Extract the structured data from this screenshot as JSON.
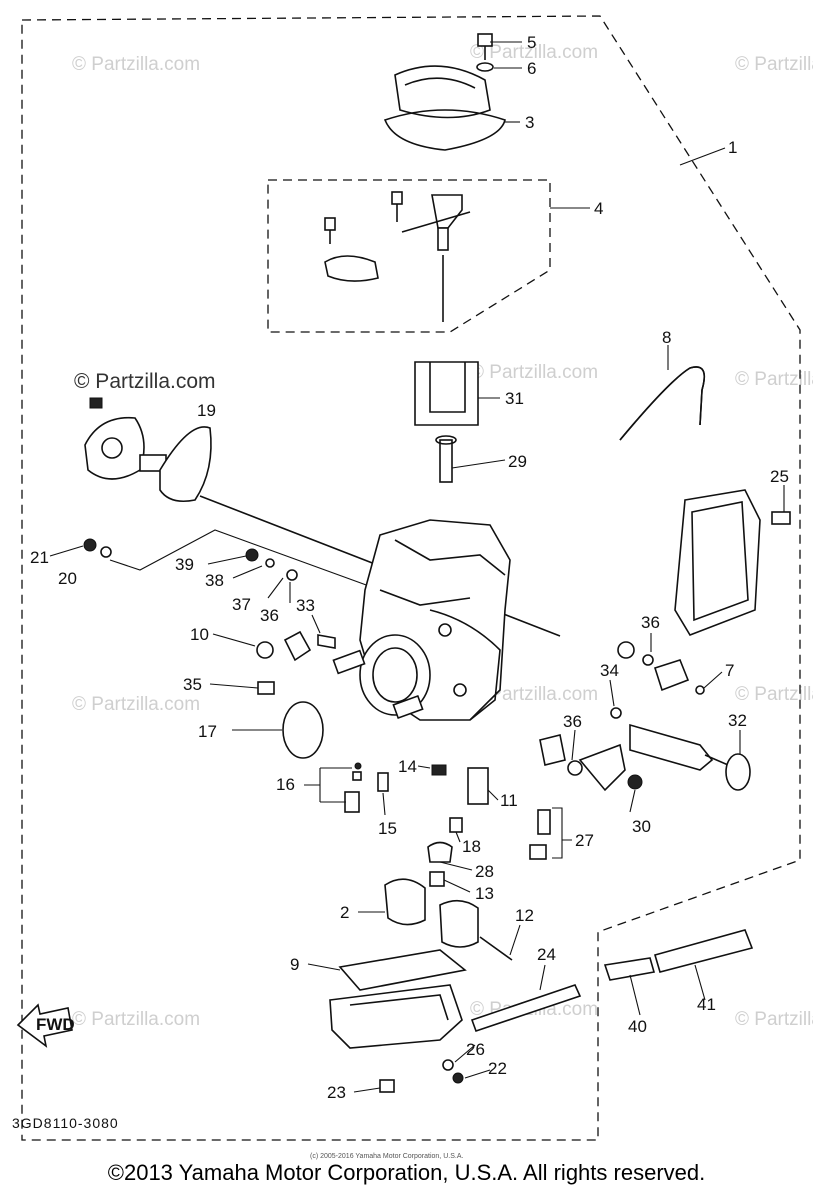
{
  "diagram": {
    "code": "3GD8110-3080",
    "small_copyright": "(c) 2005-2016 Yamaha Motor Corporation, U.S.A.",
    "copyright": "©2013 Yamaha Motor Corporation, U.S.A. All rights reserved.",
    "fwd_label": "FWD",
    "watermarks": [
      "© Partzilla.com",
      "© Partzilla.com",
      "© Partzilla.com",
      "© Partzilla.com",
      "© Partzilla.com",
      "© Partzilla.com",
      "© Partzilla.com",
      "© Partzilla.com",
      "© Partzilla.com",
      "© Partzilla.com",
      "© Partzilla.com",
      "© Partzilla.com"
    ],
    "main_watermark": "© Partzilla.com",
    "callouts": [
      "5",
      "6",
      "3",
      "1",
      "4",
      "8",
      "31",
      "19",
      "29",
      "25",
      "21",
      "39",
      "20",
      "38",
      "37",
      "36",
      "33",
      "10",
      "35",
      "36",
      "7",
      "34",
      "32",
      "17",
      "36",
      "16",
      "14",
      "11",
      "30",
      "15",
      "18",
      "27",
      "28",
      "13",
      "2",
      "12",
      "9",
      "24",
      "40",
      "41",
      "26",
      "22",
      "23"
    ]
  }
}
